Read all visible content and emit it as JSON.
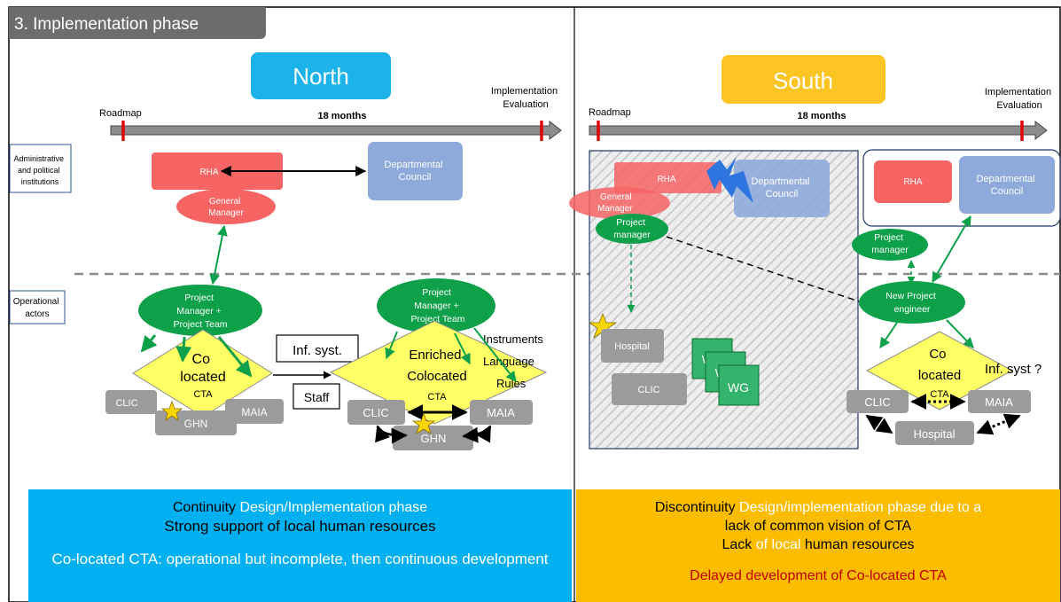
{
  "title": "3. Implementation phase",
  "left_labels": {
    "admin": [
      "Administrative",
      "and political",
      "institutions"
    ],
    "operational": [
      "Operational",
      "actors"
    ]
  },
  "north": {
    "header": "North",
    "roadmap": "Roadmap",
    "months": "18 months",
    "evaluation": [
      "Implementation",
      "Evaluation"
    ],
    "rha": "RHA",
    "council": [
      "Departmental",
      "Council"
    ],
    "general_manager": [
      "General",
      "Manager"
    ],
    "project_team_left": [
      "Project",
      "Manager +",
      "Project Team"
    ],
    "project_team_right": [
      "Project",
      "Manager +",
      "Project Team"
    ],
    "colocated": [
      "Co",
      "located",
      "CTA"
    ],
    "enriched": [
      "Enriched",
      "Colocated",
      "CTA"
    ],
    "inf_syst": "Inf. syst.",
    "staff": "Staff",
    "instruments": [
      "Instruments",
      "Language",
      "Rules"
    ],
    "clic": "CLIC",
    "ghn": "GHN",
    "maia": "MAIA"
  },
  "south": {
    "header": "South",
    "roadmap": "Roadmap",
    "months": "18 months",
    "evaluation": [
      "Implementation",
      "Evaluation"
    ],
    "rha": "RHA",
    "council": [
      "Departmental",
      "Council"
    ],
    "general_manager": [
      "General",
      "Manager"
    ],
    "project_manager": [
      "Project",
      "manager"
    ],
    "hospital": "Hospital",
    "clic": "CLIC",
    "wg": "WG",
    "rha2": "RHA",
    "council2": [
      "Departmental",
      "Council"
    ],
    "project_manager2": [
      "Project",
      "manager"
    ],
    "new_engineer": [
      "New Project",
      "engineer"
    ],
    "colocated": [
      "Co",
      "located",
      "CTA"
    ],
    "inf_syst": "Inf. syst ?",
    "clic2": "CLIC",
    "maia": "MAIA",
    "hospital2": "Hospital"
  },
  "bottom_north": {
    "line1_bold": "Continuity",
    "line1_rest": " Design/Implementation phase",
    "line2": "Strong support of local human resources",
    "line3": "Co-located CTA: operational but incomplete, then continuous development"
  },
  "bottom_south": {
    "line1_bold": "Discontinuity",
    "line1_rest": " Design/implementation phase due to a",
    "line2": "lack of common vision of CTA",
    "line3_bold1": "Lack",
    "line3_mid": " of local ",
    "line3_bold2": "human resources",
    "line4": "Delayed development of Co-located CTA"
  },
  "colors": {
    "north_blue": "#1cb3ea",
    "south_yellow": "#fdc524",
    "rha_red": "#f76464",
    "council_blue": "#8eaadb",
    "green": "#0ea14a",
    "yellow_diamond": "#ffff66",
    "grey_box": "#9b9b9b"
  }
}
